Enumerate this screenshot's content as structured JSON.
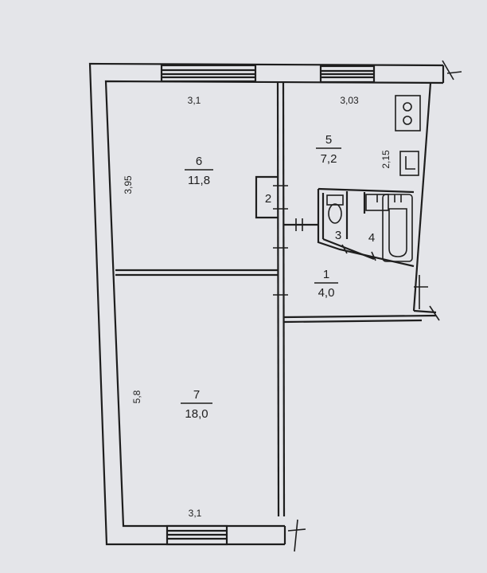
{
  "rooms": [
    {
      "id": "1",
      "number": "1",
      "area": "4,0"
    },
    {
      "id": "2",
      "number": "2",
      "area": ""
    },
    {
      "id": "3",
      "number": "3",
      "area": ""
    },
    {
      "id": "4",
      "number": "4",
      "area": ""
    },
    {
      "id": "5",
      "number": "5",
      "area": "7,2"
    },
    {
      "id": "6",
      "number": "6",
      "area": "11,8"
    },
    {
      "id": "7",
      "number": "7",
      "area": "18,0"
    }
  ],
  "dimensions": {
    "room6_width": "3,1",
    "room6_height": "3,95",
    "room5_width": "3,03",
    "room5_height": "2,15",
    "room7_height": "5,8",
    "room7_width": "3,1"
  },
  "colors": {
    "paper": "#e4e5e9",
    "ink": "#1e1e1e"
  }
}
